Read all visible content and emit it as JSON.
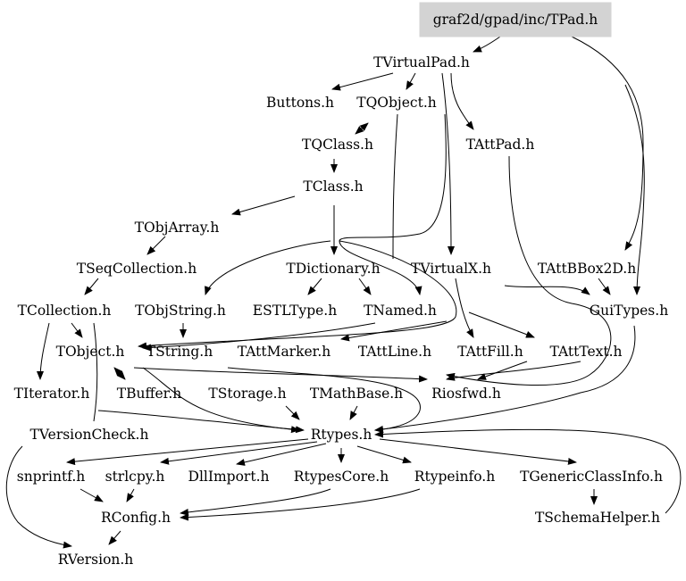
{
  "graph": {
    "root": "graf2d/gpad/inc/TPad.h",
    "nodes": [
      {
        "id": "root",
        "label": "graf2d/gpad/inc/TPad.h",
        "highlight": true
      },
      {
        "id": "tvirtualpad",
        "label": "TVirtualPad.h"
      },
      {
        "id": "buttons",
        "label": "Buttons.h"
      },
      {
        "id": "tqobject",
        "label": "TQObject.h"
      },
      {
        "id": "tattpad",
        "label": "TAttPad.h"
      },
      {
        "id": "tqclass",
        "label": "TQClass.h"
      },
      {
        "id": "tclass",
        "label": "TClass.h"
      },
      {
        "id": "tobjarray",
        "label": "TObjArray.h"
      },
      {
        "id": "tseqcollection",
        "label": "TSeqCollection.h"
      },
      {
        "id": "tdictionary",
        "label": "TDictionary.h"
      },
      {
        "id": "tvirtualx",
        "label": "TVirtualX.h"
      },
      {
        "id": "tattbbox2d",
        "label": "TAttBBox2D.h"
      },
      {
        "id": "tcollection",
        "label": "TCollection.h"
      },
      {
        "id": "tobjstring",
        "label": "TObjString.h"
      },
      {
        "id": "estltype",
        "label": "ESTLType.h"
      },
      {
        "id": "tnamed",
        "label": "TNamed.h"
      },
      {
        "id": "guitypes",
        "label": "GuiTypes.h"
      },
      {
        "id": "tobject",
        "label": "TObject.h"
      },
      {
        "id": "tstring",
        "label": "TString.h"
      },
      {
        "id": "tattmarker",
        "label": "TAttMarker.h"
      },
      {
        "id": "tattline",
        "label": "TAttLine.h"
      },
      {
        "id": "tattfill",
        "label": "TAttFill.h"
      },
      {
        "id": "tatttext",
        "label": "TAttText.h"
      },
      {
        "id": "titerator",
        "label": "TIterator.h"
      },
      {
        "id": "tbuffer",
        "label": "TBuffer.h"
      },
      {
        "id": "tstorage",
        "label": "TStorage.h"
      },
      {
        "id": "tmathbase",
        "label": "TMathBase.h"
      },
      {
        "id": "riosfwd",
        "label": "Riosfwd.h"
      },
      {
        "id": "tversioncheck",
        "label": "TVersionCheck.h"
      },
      {
        "id": "rtypes",
        "label": "Rtypes.h"
      },
      {
        "id": "snprintf",
        "label": "snprintf.h"
      },
      {
        "id": "strlcpy",
        "label": "strlcpy.h"
      },
      {
        "id": "dllimport",
        "label": "DllImport.h"
      },
      {
        "id": "rtypescore",
        "label": "RtypesCore.h"
      },
      {
        "id": "rtypeinfo",
        "label": "Rtypeinfo.h"
      },
      {
        "id": "tgenericclassinfo",
        "label": "TGenericClassInfo.h"
      },
      {
        "id": "rconfig",
        "label": "RConfig.h"
      },
      {
        "id": "tschemahelper",
        "label": "TSchemaHelper.h"
      },
      {
        "id": "rversion",
        "label": "RVersion.h"
      }
    ]
  }
}
